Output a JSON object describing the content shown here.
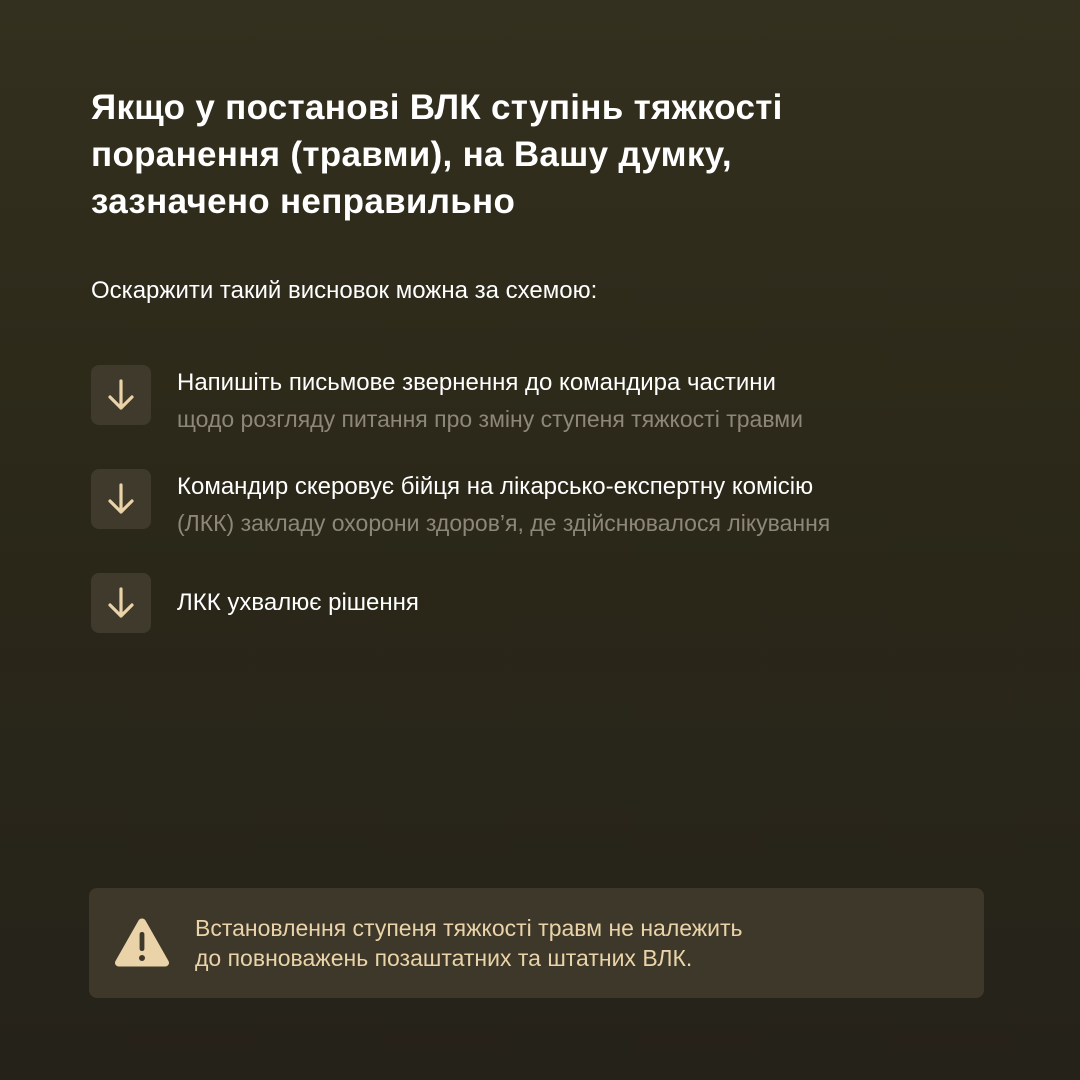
{
  "title": {
    "lines": [
      "Якщо у постанові ВЛК ступінь тяжкості",
      "поранення (травми), на Вашу думку,",
      "зазначено неправильно"
    ]
  },
  "intro": "Оскаржити такий висновок можна за схемою:",
  "steps": [
    {
      "icon": "arrow-down-icon",
      "title": "Напишіть письмове звернення до командира частини",
      "subtitle": "щодо розгляду питання про зміну ступеня тяжкості травми"
    },
    {
      "icon": "arrow-down-icon",
      "title": "Командир скеровує бійця на лікарсько-експертну комісію",
      "subtitle": "(ЛКК) закладу охорони здоров’я, де здійснювалося лікування"
    },
    {
      "icon": "arrow-down-icon",
      "title": "ЛКК ухвалює рішення",
      "subtitle": ""
    }
  ],
  "notice": {
    "icon": "warning-icon",
    "lines": [
      "Встановлення ступеня тяжкості травм не належить",
      "до повноважень позаштатних та штатних ВЛК."
    ]
  },
  "colors": {
    "background": "#2e2b1d",
    "accent": "#ead3a8",
    "muted_text": "#8d877a",
    "card": "#3d382a"
  }
}
